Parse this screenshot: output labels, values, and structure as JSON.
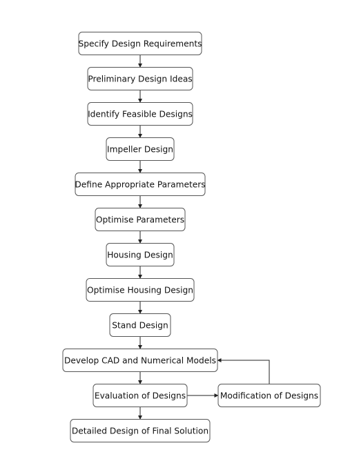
{
  "diagram": {
    "nodes": [
      {
        "id": "req",
        "label": "Specify Design Requirements"
      },
      {
        "id": "prelim",
        "label": "Preliminary Design Ideas"
      },
      {
        "id": "feasible",
        "label": "Identify Feasible Designs"
      },
      {
        "id": "impeller",
        "label": "Impeller Design"
      },
      {
        "id": "params",
        "label": "Define Appropriate Parameters"
      },
      {
        "id": "optparam",
        "label": "Optimise Parameters"
      },
      {
        "id": "housing",
        "label": "Housing Design"
      },
      {
        "id": "opthouse",
        "label": "Optimise Housing Design"
      },
      {
        "id": "stand",
        "label": "Stand Design"
      },
      {
        "id": "cad",
        "label": "Develop CAD and Numerical Models"
      },
      {
        "id": "eval",
        "label": "Evaluation of Designs"
      },
      {
        "id": "modify",
        "label": "Modification of Designs"
      },
      {
        "id": "final",
        "label": "Detailed Design of Final Solution"
      }
    ],
    "edges": [
      {
        "from": "req",
        "to": "prelim"
      },
      {
        "from": "prelim",
        "to": "feasible"
      },
      {
        "from": "feasible",
        "to": "impeller"
      },
      {
        "from": "impeller",
        "to": "params"
      },
      {
        "from": "params",
        "to": "optparam"
      },
      {
        "from": "optparam",
        "to": "housing"
      },
      {
        "from": "housing",
        "to": "opthouse"
      },
      {
        "from": "opthouse",
        "to": "stand"
      },
      {
        "from": "stand",
        "to": "cad"
      },
      {
        "from": "cad",
        "to": "eval"
      },
      {
        "from": "eval",
        "to": "final"
      },
      {
        "from": "eval",
        "to": "modify"
      },
      {
        "from": "modify",
        "to": "cad"
      }
    ]
  }
}
